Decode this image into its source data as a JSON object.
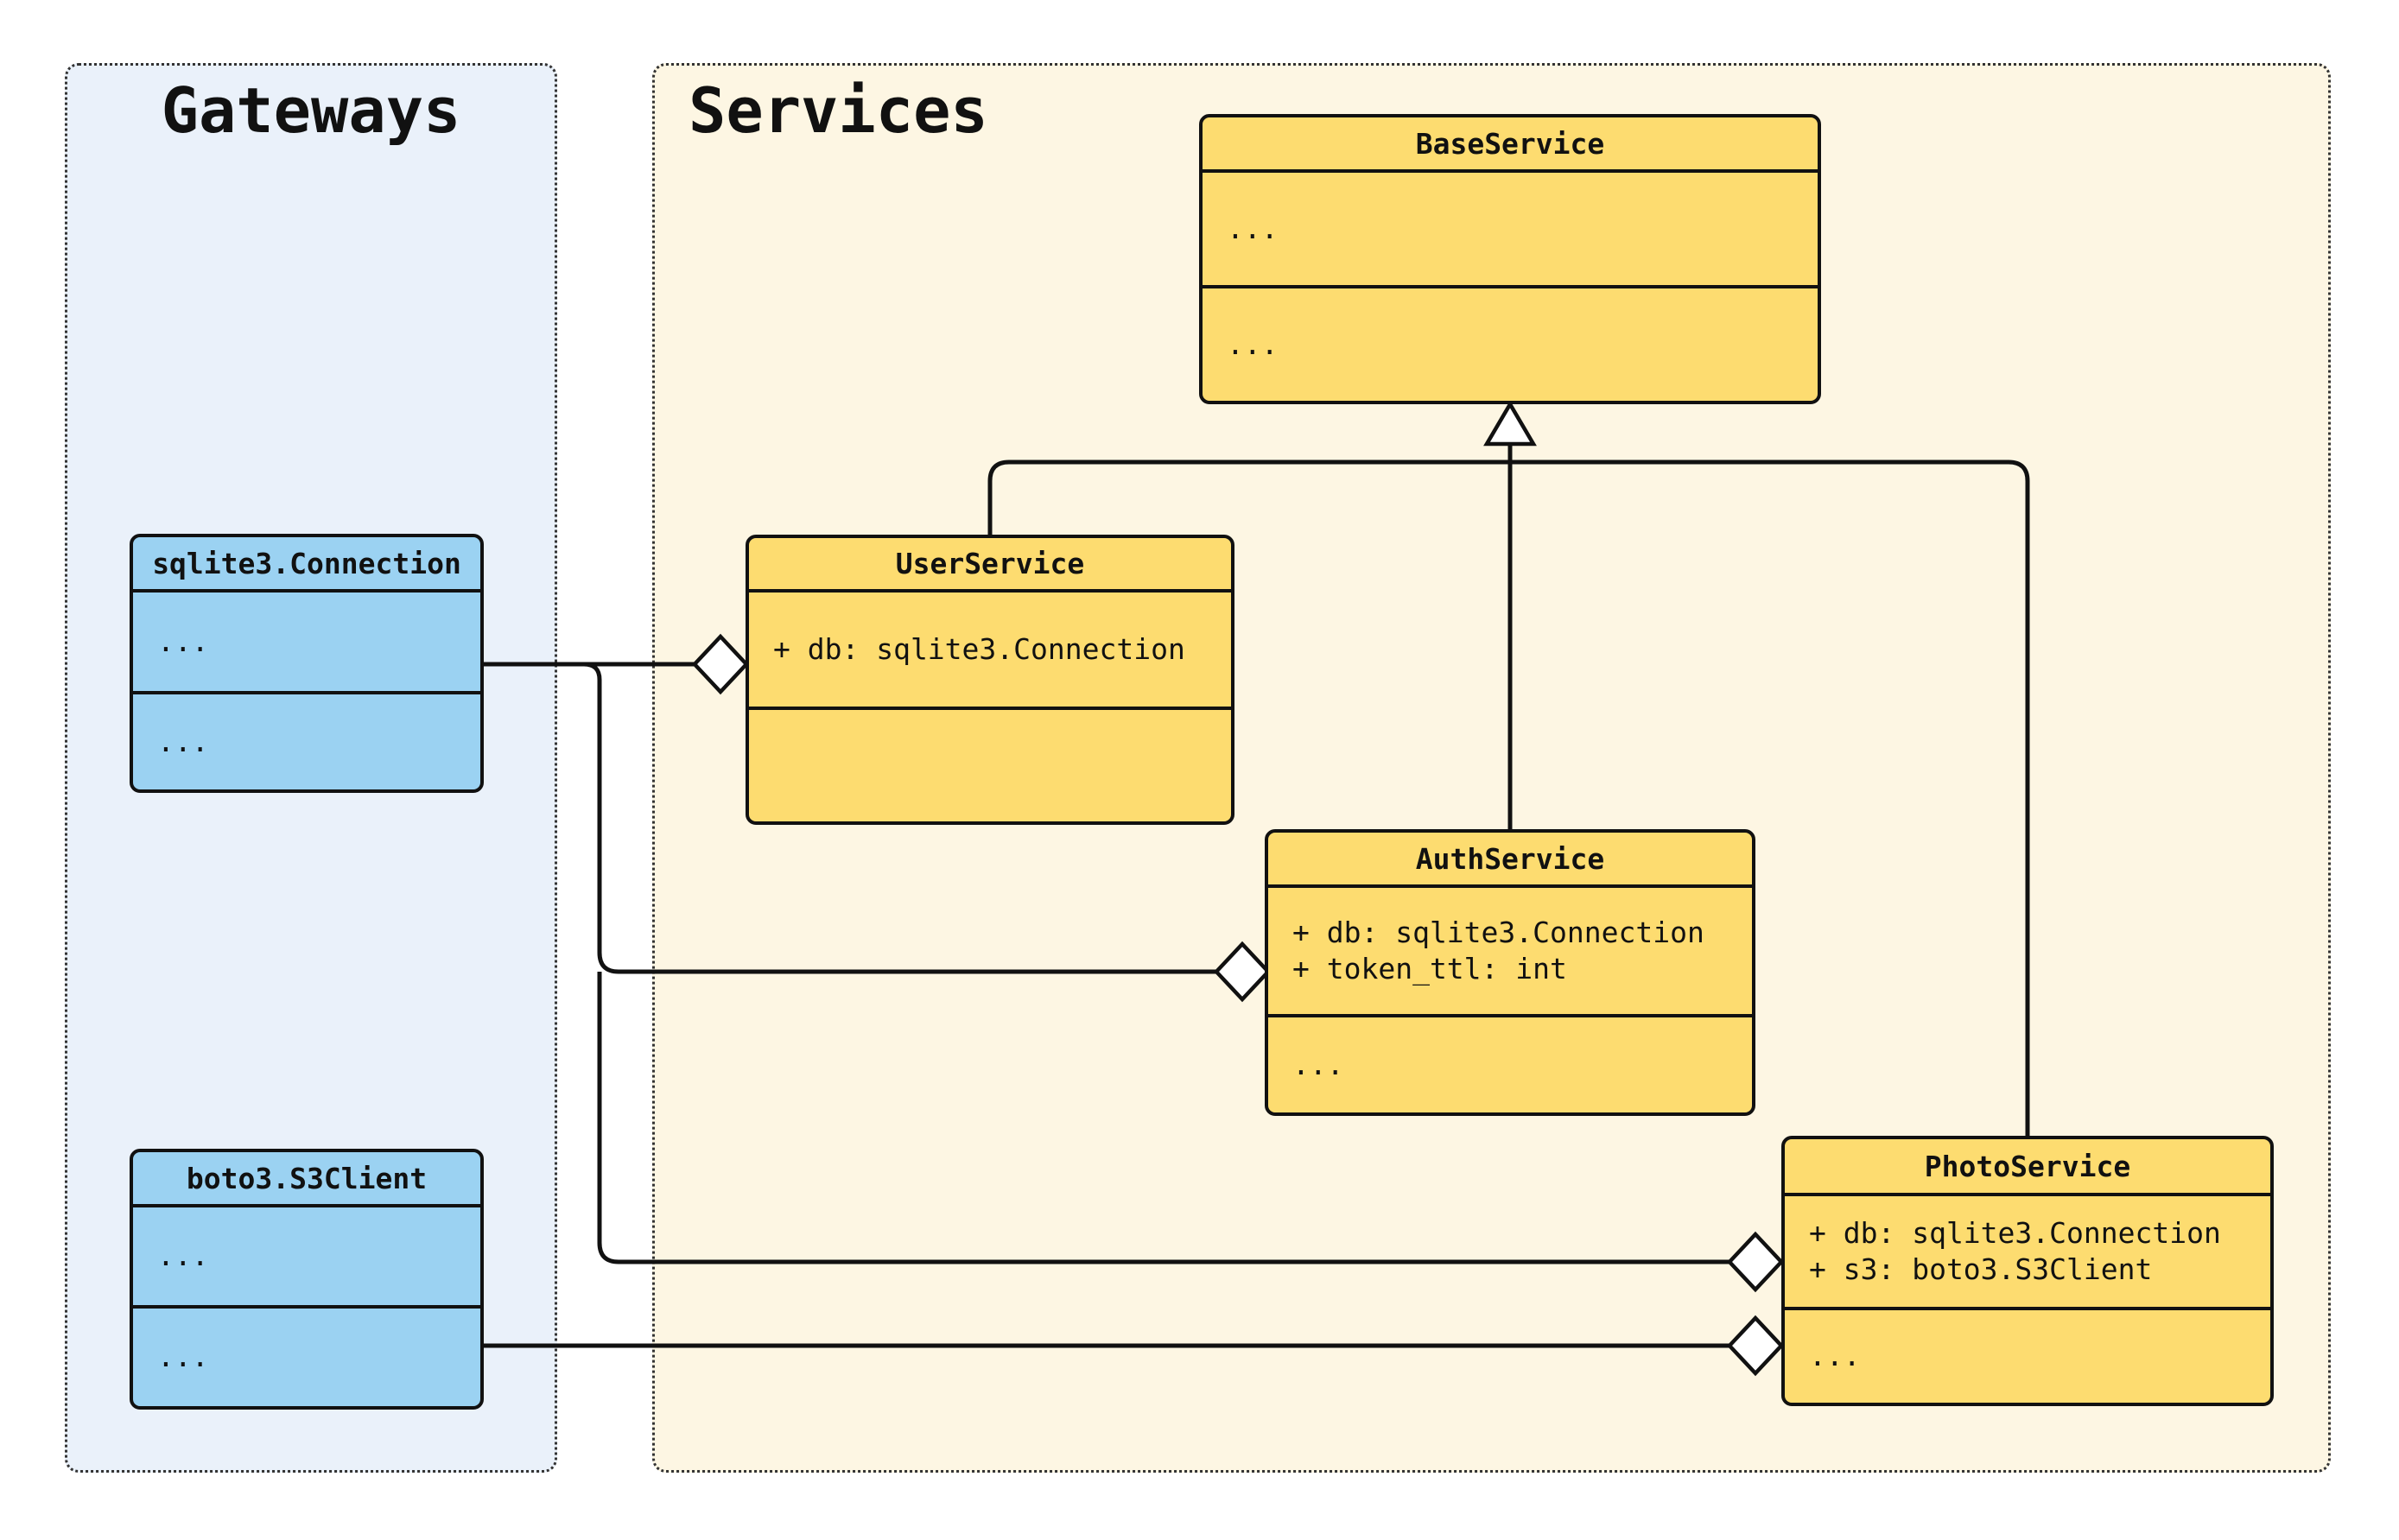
{
  "diagram_type": "uml-class-diagram",
  "groups": [
    {
      "title": "Gateways",
      "bg": "#EAF1FA"
    },
    {
      "title": "Services",
      "bg": "#FDF6E3"
    }
  ],
  "classes": [
    {
      "name": "sqlite3.Connection",
      "group": "Gateways",
      "fill": "#9BD2F2",
      "attributes": [
        "..."
      ],
      "methods": [
        "..."
      ]
    },
    {
      "name": "boto3.S3Client",
      "group": "Gateways",
      "fill": "#9BD2F2",
      "attributes": [
        "..."
      ],
      "methods": [
        "..."
      ]
    },
    {
      "name": "BaseService",
      "group": "Services",
      "fill": "#FDDC70",
      "attributes": [
        "..."
      ],
      "methods": [
        "..."
      ]
    },
    {
      "name": "UserService",
      "group": "Services",
      "fill": "#FDDC70",
      "attributes": [
        "+ db: sqlite3.Connection"
      ],
      "methods": []
    },
    {
      "name": "AuthService",
      "group": "Services",
      "fill": "#FDDC70",
      "attributes": [
        "+ db: sqlite3.Connection",
        "+ token_ttl: int"
      ],
      "methods": [
        "..."
      ]
    },
    {
      "name": "PhotoService",
      "group": "Services",
      "fill": "#FDDC70",
      "attributes": [
        "+ db: sqlite3.Connection",
        "+ s3: boto3.S3Client"
      ],
      "methods": [
        "..."
      ]
    }
  ],
  "relations": [
    {
      "type": "inheritance",
      "from": "UserService",
      "to": "BaseService"
    },
    {
      "type": "inheritance",
      "from": "AuthService",
      "to": "BaseService"
    },
    {
      "type": "inheritance",
      "from": "PhotoService",
      "to": "BaseService"
    },
    {
      "type": "aggregation",
      "from": "sqlite3.Connection",
      "to": "UserService"
    },
    {
      "type": "aggregation",
      "from": "sqlite3.Connection",
      "to": "AuthService"
    },
    {
      "type": "aggregation",
      "from": "sqlite3.Connection",
      "to": "PhotoService"
    },
    {
      "type": "aggregation",
      "from": "boto3.S3Client",
      "to": "PhotoService"
    }
  ],
  "colors": {
    "stroke": "#111111",
    "class_blue": "#9BD2F2",
    "class_yellow": "#FDDC70"
  }
}
